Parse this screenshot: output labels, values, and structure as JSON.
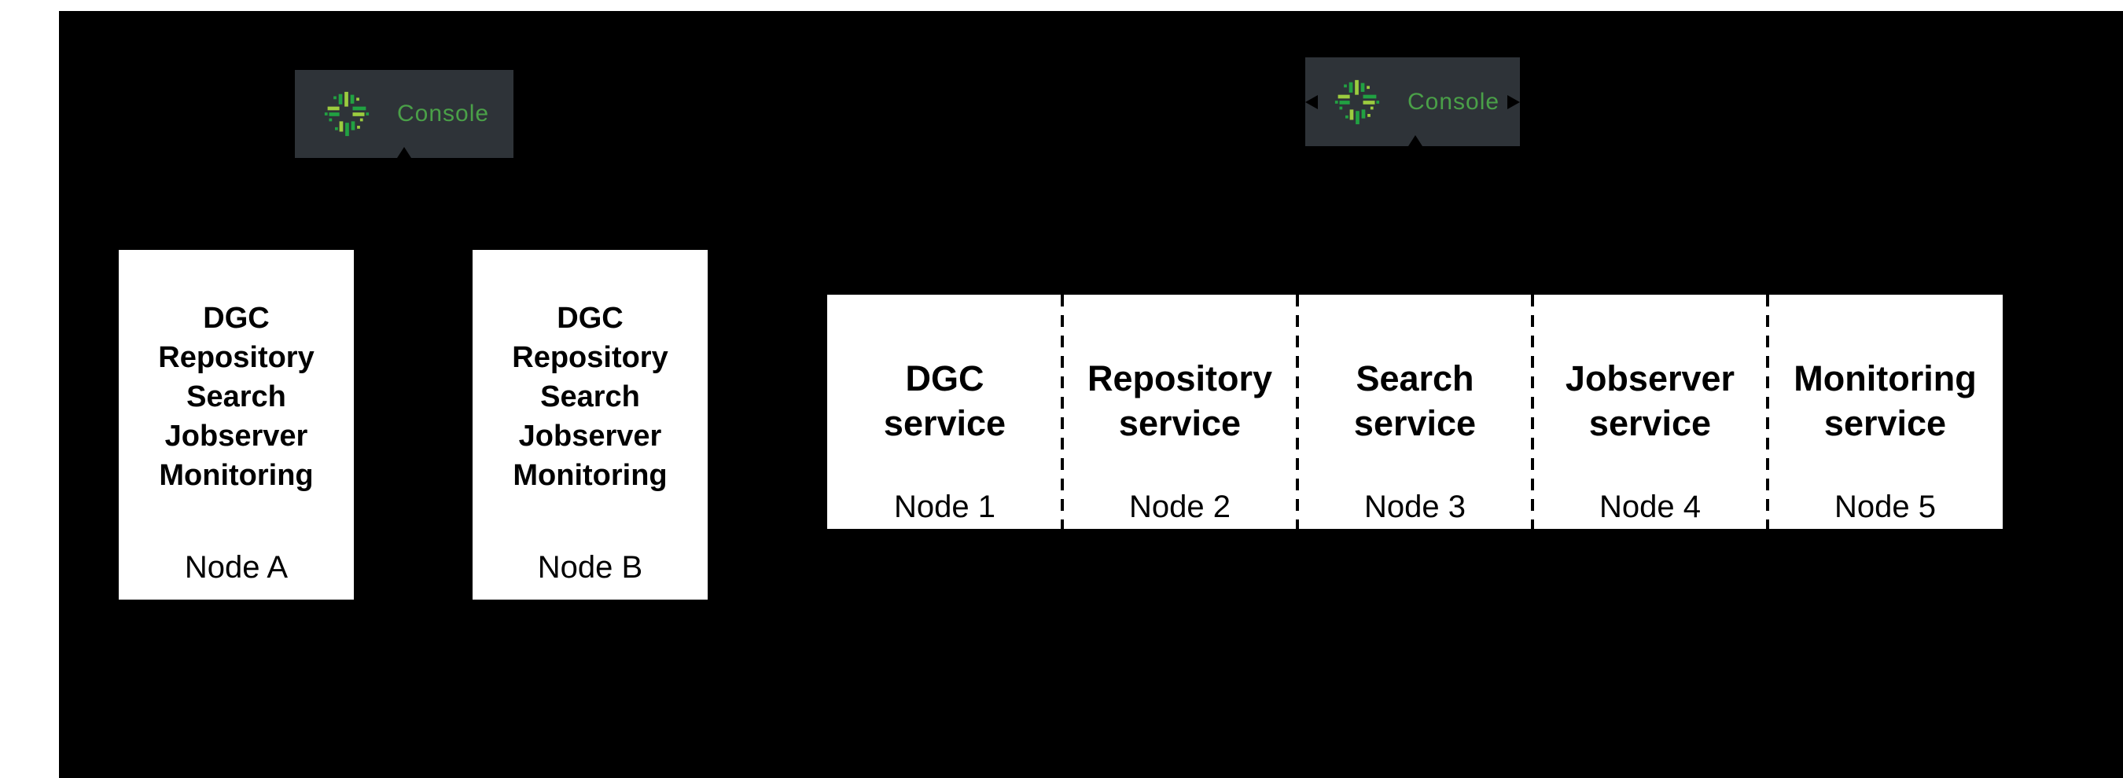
{
  "colors": {
    "canvas-bg": "#000000",
    "strip": "#ffffff",
    "badge-bg": "#2e3338",
    "console-green": "#4aa048",
    "logo-light": "#9ccc3f",
    "logo-dark": "#21a142",
    "box-bg": "#ffffff",
    "box-text": "#000000"
  },
  "consoles": {
    "left_label": "Console",
    "right_label": "Console"
  },
  "left_cluster": {
    "services": [
      "DGC",
      "Repository",
      "Search",
      "Jobserver",
      "Monitoring"
    ],
    "nodes": [
      {
        "label": "Node A"
      },
      {
        "label": "Node B"
      }
    ]
  },
  "right_cluster": {
    "service_word": "service",
    "cells": [
      {
        "name": "DGC",
        "node": "Node 1"
      },
      {
        "name": "Repository",
        "node": "Node 2"
      },
      {
        "name": "Search",
        "node": "Node 3"
      },
      {
        "name": "Jobserver",
        "node": "Node 4"
      },
      {
        "name": "Monitoring",
        "node": "Node 5"
      }
    ]
  }
}
